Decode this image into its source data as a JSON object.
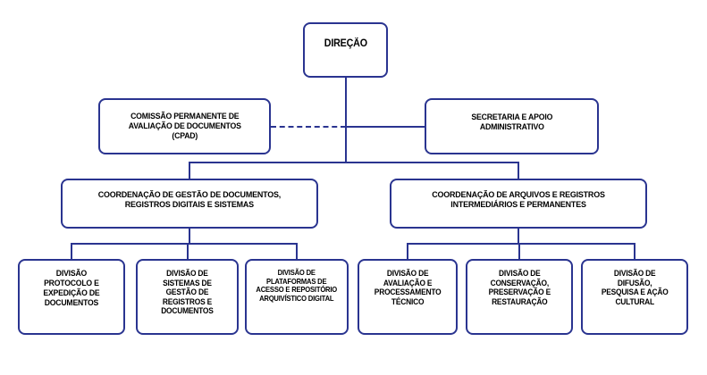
{
  "chart_data": {
    "type": "diagram",
    "title": "Organograma",
    "subtype": "organizational-chart",
    "orientation": "top-down",
    "accent_color": "#2a3490",
    "background_color": "#ffffff",
    "levels": 4,
    "nodes": [
      {
        "id": "direcao",
        "level": 1,
        "label": "DIREÇÃO"
      },
      {
        "id": "cpad",
        "level": 2,
        "label": "COMISSÃO PERMANENTE DE\nAVALIAÇÃO DE DOCUMENTOS\n(CPAD)"
      },
      {
        "id": "secretaria",
        "level": 2,
        "label": "SECRETARIA E APOIO\nADMINISTRATIVO"
      },
      {
        "id": "coord1",
        "level": 3,
        "label": "COORDENAÇÃO DE GESTÃO DE DOCUMENTOS,\nREGISTROS DIGITAIS E SISTEMAS"
      },
      {
        "id": "coord2",
        "level": 3,
        "label": "COORDENAÇÃO DE ARQUIVOS E REGISTROS\nINTERMEDIÁRIOS E PERMANENTES"
      },
      {
        "id": "div1",
        "level": 4,
        "label": "DIVISÃO\nPROTOCOLO E\nEXPEDIÇÃO DE\nDOCUMENTOS"
      },
      {
        "id": "div2",
        "level": 4,
        "label": "DIVISÃO DE\nSISTEMAS DE\nGESTÃO DE\nREGISTROS E\nDOCUMENTOS"
      },
      {
        "id": "div3",
        "level": 4,
        "label": "DIVISÃO DE\nPLATAFORMAS DE\nACESSO E REPOSITÓRIO\nARQUIVÍSTICO DIGITAL"
      },
      {
        "id": "div4",
        "level": 4,
        "label": "DIVISÃO DE\nAVALIAÇÃO E\nPROCESSAMENTO\nTÉCNICO"
      },
      {
        "id": "div5",
        "level": 4,
        "label": "DIVISÃO DE\nCONSERVAÇÃO,\nPRESERVAÇÃO E\nRESTAURAÇÃO"
      },
      {
        "id": "div6",
        "level": 4,
        "label": "DIVISÃO DE\nDIFUSÃO,\nPESQUISA E AÇÃO\nCULTURAL"
      }
    ],
    "edges": [
      {
        "from": "direcao",
        "to": "cpad",
        "style": "dashed"
      },
      {
        "from": "direcao",
        "to": "secretaria",
        "style": "solid"
      },
      {
        "from": "direcao",
        "to": "coord1",
        "style": "solid"
      },
      {
        "from": "direcao",
        "to": "coord2",
        "style": "solid"
      },
      {
        "from": "coord1",
        "to": "div1",
        "style": "solid"
      },
      {
        "from": "coord1",
        "to": "div2",
        "style": "solid"
      },
      {
        "from": "coord1",
        "to": "div3",
        "style": "solid"
      },
      {
        "from": "coord2",
        "to": "div4",
        "style": "solid"
      },
      {
        "from": "coord2",
        "to": "div5",
        "style": "solid"
      },
      {
        "from": "coord2",
        "to": "div6",
        "style": "solid"
      }
    ]
  }
}
